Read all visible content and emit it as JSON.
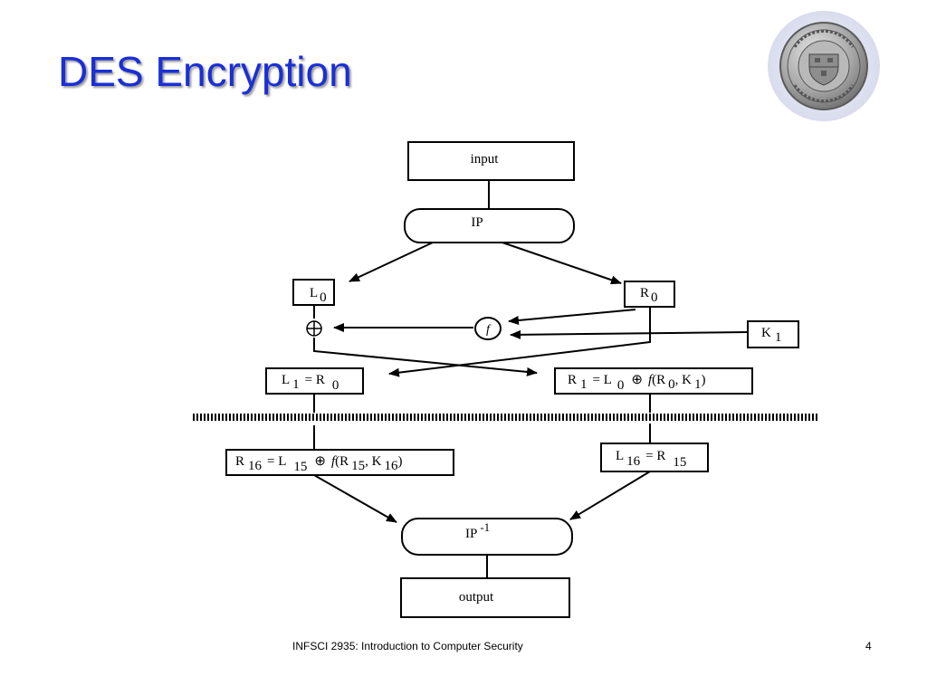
{
  "slide": {
    "title": "DES Encryption",
    "footer": "INFSCI 2935: Introduction to Computer Security",
    "page_number": "4",
    "title_color": "#1a2fd6",
    "logo_icon": "university-of-pittsburgh-seal"
  },
  "diagram": {
    "input_label": "input",
    "ip_label": "IP",
    "l0": {
      "name": "L",
      "sub": "0"
    },
    "r0": {
      "name": "R",
      "sub": "0"
    },
    "xor_symbol": "⊕",
    "f_label": "f",
    "k1": {
      "name": "K",
      "sub": "1"
    },
    "l1_eq": {
      "a": "L",
      "a_sub": "1",
      "eq": "= R",
      "b_sub": "0"
    },
    "r1_eq": {
      "a": "R",
      "a_sub": "1",
      "eq": "= L",
      "b_sub": "0",
      "op": "⊕",
      "f": "f",
      "args_open": "(R",
      "r_sub": "0",
      "comma_k": ", K",
      "k_sub": "1",
      "close": ")"
    },
    "r16_eq": {
      "a": "R",
      "a_sub": "16",
      "eq": "= L",
      "b_sub": "15",
      "op": "⊕",
      "f": "f",
      "args_open": "(R",
      "r_sub": "15",
      "comma_k": ", K",
      "k_sub": "16",
      "close": ")"
    },
    "l16_eq": {
      "a": "L",
      "a_sub": "16",
      "eq": "= R",
      "b_sub": "15"
    },
    "ip_inv": {
      "name": "IP",
      "sup": "-1"
    },
    "output_label": "output"
  }
}
